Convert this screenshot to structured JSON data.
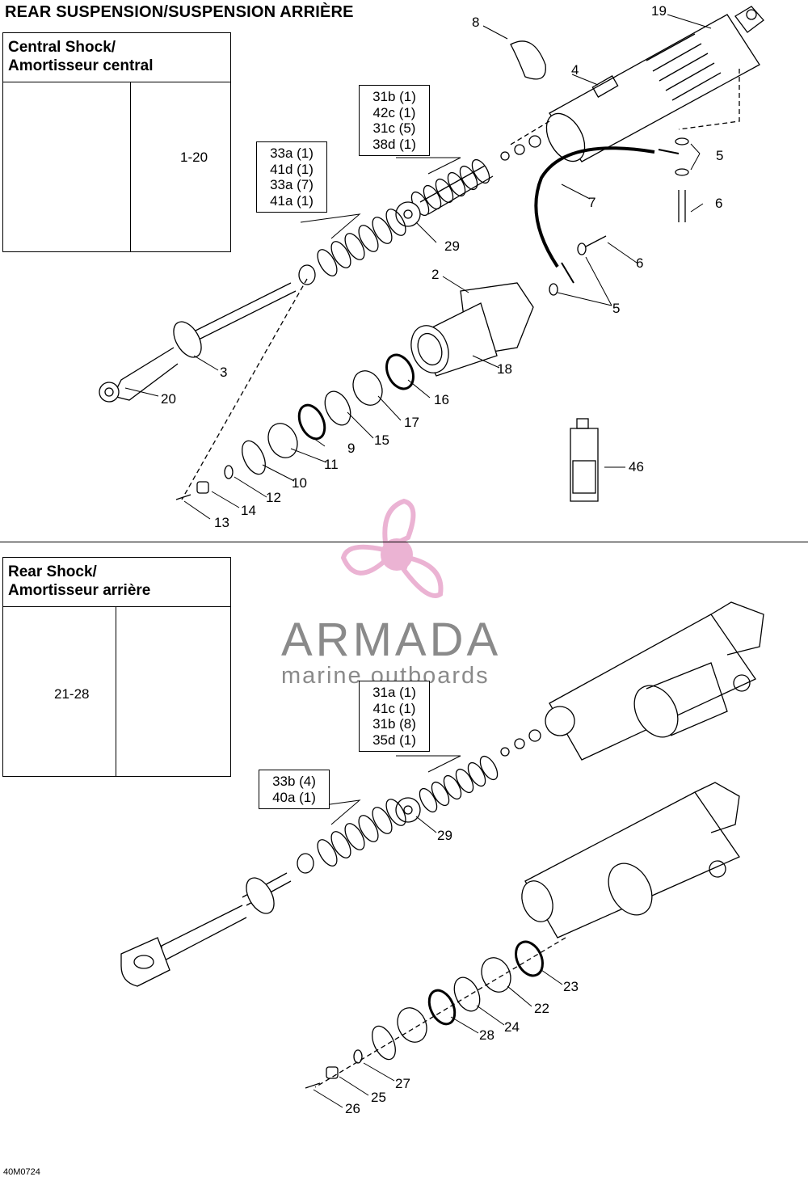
{
  "title": "REAR SUSPENSION/SUSPENSION ARRIÈRE",
  "drawing_code": "40M0724",
  "watermark": {
    "brand": "ARMADA",
    "tagline": "marine outboards"
  },
  "central_shock": {
    "heading_line1": "Central Shock/",
    "heading_line2": "Amortisseur central",
    "range_label": "1-20",
    "kit_spring_upper": [
      "31b (1)",
      "42c (1)",
      "31c (5)",
      "38d (1)"
    ],
    "kit_spring_lower": [
      "33a (1)",
      "41d (1)",
      "33a (7)",
      "41a (1)"
    ],
    "callouts": [
      "19",
      "8",
      "4",
      "5",
      "6",
      "7",
      "6",
      "5",
      "2",
      "29",
      "3",
      "20",
      "18",
      "16",
      "17",
      "15",
      "9",
      "11",
      "10",
      "12",
      "14",
      "13",
      "46"
    ]
  },
  "rear_shock": {
    "heading_line1": "Rear Shock/",
    "heading_line2": "Amortisseur arrière",
    "range_label": "21-28",
    "kit_spring_upper": [
      "31a (1)",
      "41c (1)",
      "31b (8)",
      "35d (1)"
    ],
    "kit_spring_lower": [
      "33b (4)",
      "40a (1)"
    ],
    "callouts": [
      "29",
      "23",
      "22",
      "24",
      "28",
      "27",
      "25",
      "26"
    ]
  },
  "colors": {
    "line": "#000000",
    "watermark_pink": "#e8a6cc",
    "watermark_gray": "#8a8a8a"
  }
}
